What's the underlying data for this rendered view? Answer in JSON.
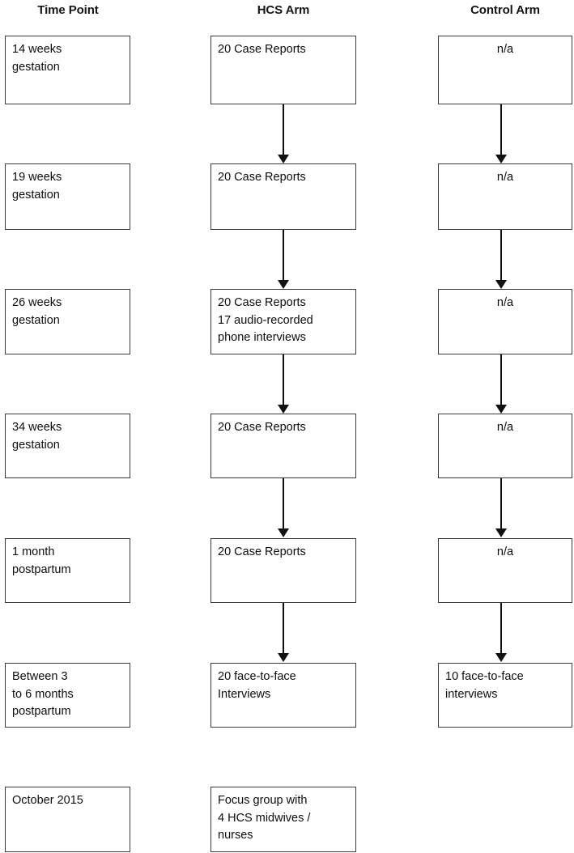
{
  "figure": {
    "type": "flowchart",
    "orientation": "vertical-timeline",
    "background_color": "#ffffff",
    "box_border_color": "#3a3a3a",
    "arrow_color": "#101010",
    "text_color": "#0d0d0d"
  },
  "headers": [
    {
      "label": "Time Point"
    },
    {
      "label": "HCS Arm"
    },
    {
      "label": "Control Arm"
    }
  ],
  "rows": [
    {
      "time_point": "14 weeks\ngestation",
      "hcs_arm": "20 Case Reports",
      "control_arm": "n/a",
      "arrow_to_next": true
    },
    {
      "time_point": "19 weeks\ngestation",
      "hcs_arm": "20 Case Reports",
      "control_arm": "n/a",
      "arrow_to_next": true
    },
    {
      "time_point": "26 weeks\ngestation",
      "hcs_arm": "20 Case Reports\n17 audio-recorded\nphone interviews",
      "control_arm": "n/a",
      "arrow_to_next": true
    },
    {
      "time_point": "34 weeks\ngestation",
      "hcs_arm": "20 Case Reports",
      "control_arm": "n/a",
      "arrow_to_next": true
    },
    {
      "time_point": "1 month\npostpartum",
      "hcs_arm": "20 Case Reports",
      "control_arm": "n/a",
      "arrow_to_next": true
    },
    {
      "time_point": "Between 3\nto 6 months\npostpartum",
      "hcs_arm": "20 face-to-face\nInterviews",
      "control_arm": "10 face-to-face\ninterviews",
      "arrow_to_next": false
    },
    {
      "time_point": "October 2015",
      "hcs_arm": "Focus group with\n4 HCS midwives /\nnurses",
      "control_arm": null,
      "arrow_to_next": false
    }
  ]
}
